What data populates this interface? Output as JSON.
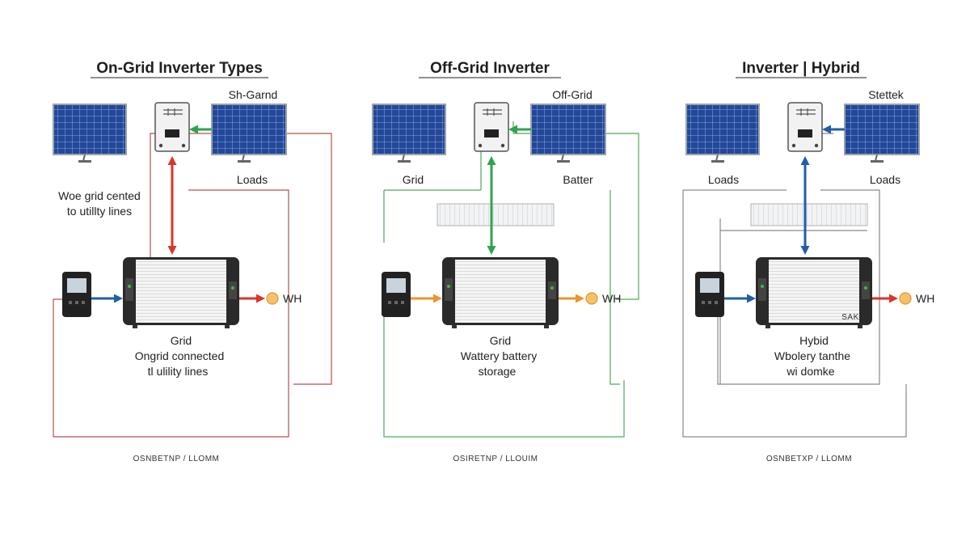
{
  "colors": {
    "red": "#d9362b",
    "blue": "#1f5fa8",
    "green": "#2ea44f",
    "orange": "#f0932b",
    "panel_blue": "#1f3d8a",
    "wire_red": "#b5524a",
    "wire_green": "#4caa5c",
    "wire_gray": "#8a8a8a"
  },
  "panels": [
    {
      "title": "On-Grid Inverter Types",
      "top_right_label": "Sh-Garnd",
      "mid_label_left": "",
      "mid_label_right": "Loads",
      "side_note": [
        "Woe grid cented",
        "to utillty lines"
      ],
      "meter_label": "WH",
      "caption": [
        "Grid",
        "Ongrid connected",
        "tl ulility lines"
      ],
      "footer": "OSNBETNP / LLOMM",
      "vertical_arrow": "red",
      "input_arrow": "blue",
      "output_arrow": "red",
      "side_arrow": "green",
      "wire": "wire_red",
      "battery_label": ""
    },
    {
      "title": "Off-Grid Inverter",
      "top_right_label": "Off-Grid",
      "mid_label_left": "Grid",
      "mid_label_right": "Batter",
      "side_note": [],
      "meter_label": "WH",
      "caption": [
        "Grid",
        "Wattery battery",
        "storage"
      ],
      "footer": "OSIRETNP / LLOUIM",
      "vertical_arrow": "green",
      "input_arrow": "orange",
      "output_arrow": "orange",
      "side_arrow": "green",
      "wire": "wire_green",
      "battery_label": ""
    },
    {
      "title": "Inverter | Hybrid",
      "top_right_label": "Stettek",
      "mid_label_left": "Loads",
      "mid_label_right": "Loads",
      "side_note": [],
      "meter_label": "WH",
      "caption": [
        "Hybid",
        "Wbolery tanthe",
        "wi domke"
      ],
      "footer": "OSNBETXP / LLOMM",
      "vertical_arrow": "blue",
      "input_arrow": "blue",
      "output_arrow": "red",
      "side_arrow": "blue",
      "wire": "wire_gray",
      "battery_label": "SAK"
    }
  ]
}
